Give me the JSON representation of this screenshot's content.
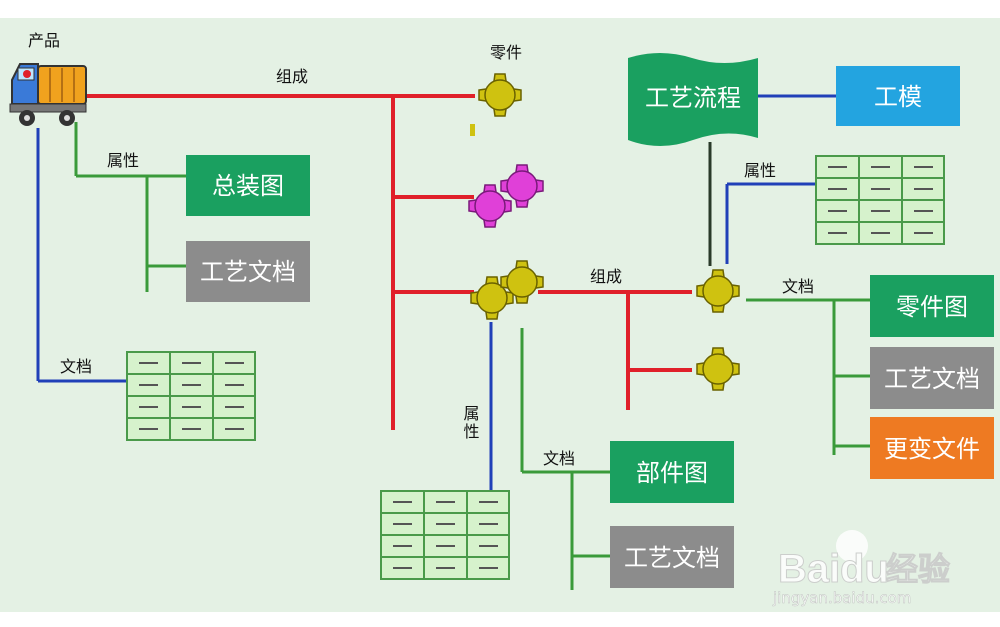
{
  "labels": {
    "product": "产品",
    "compose_top": "组成",
    "part_top": "零件",
    "attr_left": "属性",
    "doc_left": "文档",
    "compose_mid": "组成",
    "attr_mid": "属性",
    "doc_bottom": "文档",
    "attr_right": "属性",
    "doc_right": "文档"
  },
  "boxes": {
    "assembly_drawing": "总装图",
    "process_doc_left": "工艺文档",
    "process_flow": "工艺流程",
    "tooling": "工模",
    "part_drawing": "零件图",
    "process_doc_right": "工艺文档",
    "change_file": "更变文件",
    "component_drawing": "部件图",
    "process_doc_bottom": "工艺文档"
  },
  "watermark": {
    "brand": "Bai",
    "brand2": "du",
    "brand_cn": "经验",
    "url": "jingyan.baidu.com"
  },
  "colors": {
    "background": "#e4f1e4",
    "red": "#e0202a",
    "blue": "#2040b8",
    "green_line": "#3a9a3a",
    "box_green": "#1aa060",
    "box_gray": "#8c8c8c",
    "box_blue": "#23a4e0",
    "box_orange": "#ee7a22",
    "gear_yellow": "#cfc210",
    "gear_magenta": "#e040d8",
    "table_fill": "#d6f2cc",
    "table_line": "#4a9a4a"
  }
}
